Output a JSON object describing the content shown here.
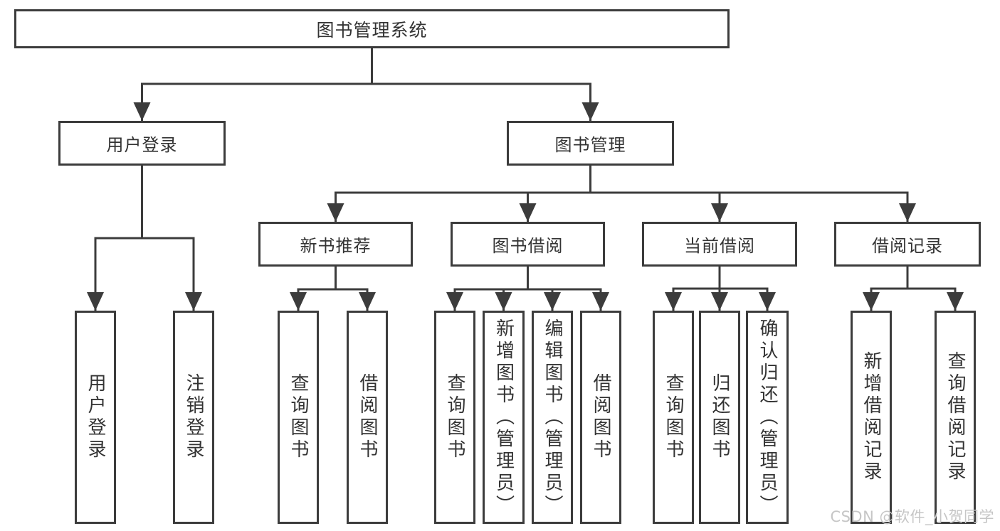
{
  "diagram": {
    "root": {
      "label": "图书管理系统"
    },
    "level2": [
      {
        "label": "用户登录"
      },
      {
        "label": "图书管理"
      }
    ],
    "level3": [
      {
        "label": "新书推荐"
      },
      {
        "label": "图书借阅"
      },
      {
        "label": "当前借阅"
      },
      {
        "label": "借阅记录"
      }
    ],
    "leaves": {
      "user_login": [
        "用户登录",
        "注销登录"
      ],
      "new_book_recommendation": [
        "查询图书",
        "借阅图书"
      ],
      "book_borrowing": [
        "查询图书",
        "新增图书（管理员）",
        "编辑图书（管理员）",
        "借阅图书"
      ],
      "current_borrowing": [
        "查询图书",
        "归还图书",
        "确认归还（管理员）"
      ],
      "borrowing_records": [
        "新增借阅记录",
        "查询借阅记录"
      ]
    }
  },
  "watermark": {
    "text": "CSDN @软件_小贺同学"
  },
  "colors": {
    "line": "#3c3c3c",
    "text": "#333333",
    "watermark_text": "#c6c6c6",
    "background": "#ffffff"
  }
}
